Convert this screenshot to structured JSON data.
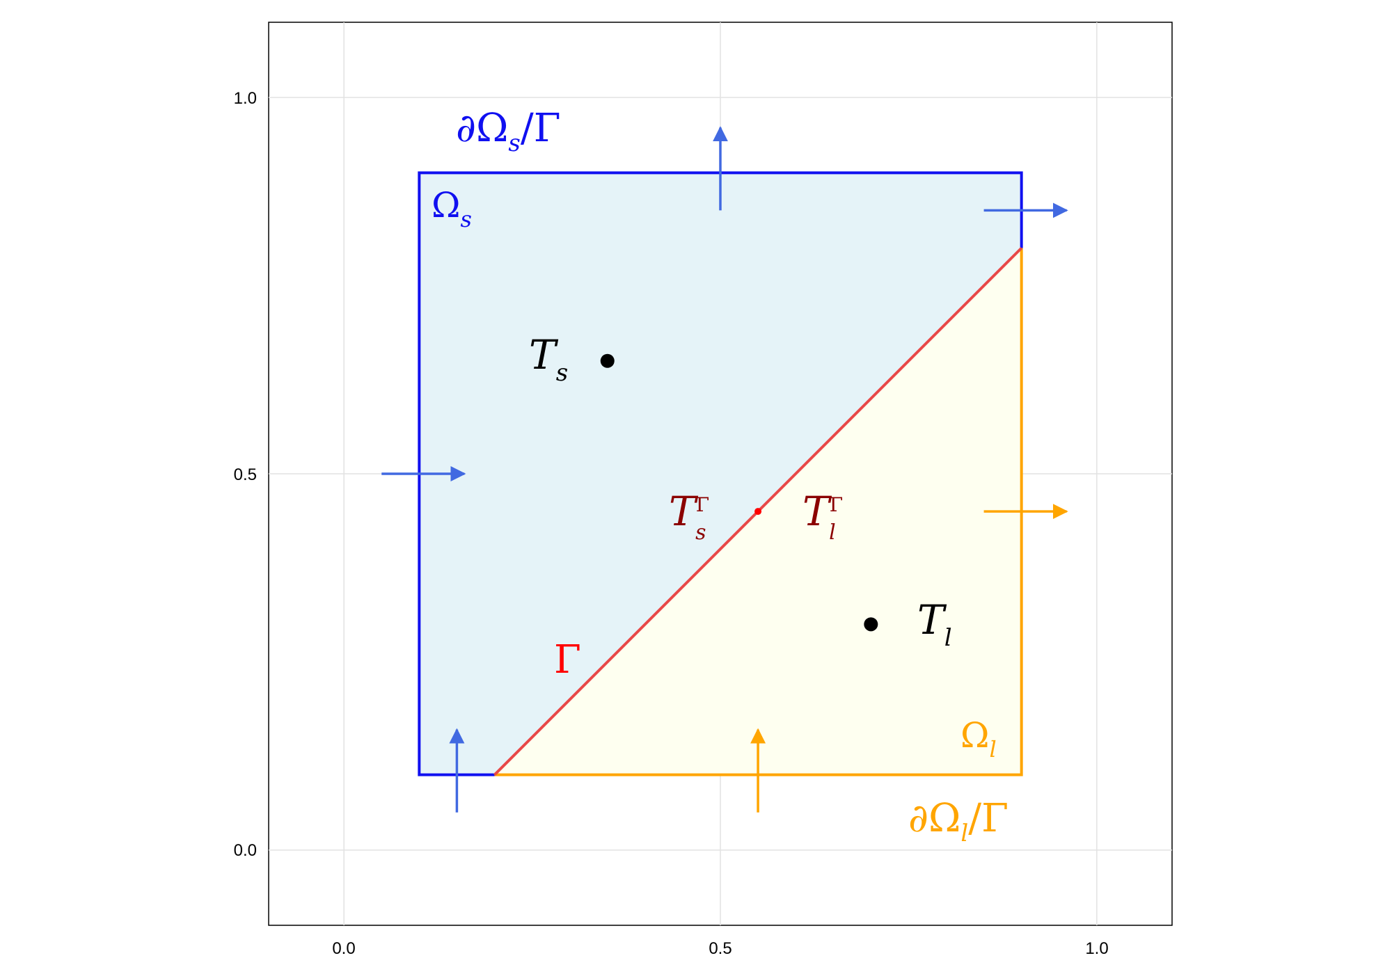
{
  "chart_data": {
    "type": "diagram",
    "xlim": [
      -0.1,
      1.1
    ],
    "ylim": [
      -0.1,
      1.1
    ],
    "xticks": [
      "0.0",
      "0.5",
      "1.0"
    ],
    "yticks": [
      "0.0",
      "0.5",
      "1.0"
    ],
    "grid": true,
    "domain_square": [
      [
        0.1,
        0.1
      ],
      [
        0.9,
        0.1
      ],
      [
        0.9,
        0.9
      ],
      [
        0.1,
        0.9
      ]
    ],
    "interface_gamma": [
      [
        0.2,
        0.1
      ],
      [
        0.9,
        0.8
      ]
    ],
    "solid_points": [
      [
        0.1,
        0.1
      ],
      [
        0.2,
        0.1
      ],
      [
        0.9,
        0.8
      ],
      [
        0.9,
        0.9
      ],
      [
        0.1,
        0.9
      ]
    ],
    "liquid_points": [
      [
        0.2,
        0.1
      ],
      [
        0.9,
        0.1
      ],
      [
        0.9,
        0.8
      ]
    ],
    "cell_centers": [
      {
        "label": "T_s",
        "x": 0.35,
        "y": 0.65
      },
      {
        "label": "T_l",
        "x": 0.7,
        "y": 0.3
      }
    ],
    "interface_point": {
      "x": 0.55,
      "y": 0.45
    },
    "flux_arrows": [
      {
        "from": [
          0.5,
          0.85
        ],
        "to": [
          0.5,
          0.96
        ],
        "region": "solid"
      },
      {
        "from": [
          0.85,
          0.85
        ],
        "to": [
          0.96,
          0.85
        ],
        "region": "solid"
      },
      {
        "from": [
          0.05,
          0.5
        ],
        "to": [
          0.16,
          0.5
        ],
        "region": "solid"
      },
      {
        "from": [
          0.15,
          0.05
        ],
        "to": [
          0.15,
          0.16
        ],
        "region": "solid"
      },
      {
        "from": [
          0.55,
          0.05
        ],
        "to": [
          0.55,
          0.16
        ],
        "region": "liquid"
      },
      {
        "from": [
          0.85,
          0.45
        ],
        "to": [
          0.96,
          0.45
        ],
        "region": "liquid"
      }
    ],
    "labels": {
      "omega_s": {
        "base": "Ω",
        "sub": "s"
      },
      "omega_l": {
        "base": "Ω",
        "sub": "l"
      },
      "boundary_s": {
        "base": "∂Ω",
        "sub": "s",
        "tail": "/Γ"
      },
      "boundary_l": {
        "base": "∂Ω",
        "sub": "l",
        "tail": "/Γ"
      },
      "gamma": "Γ",
      "t_s": {
        "base": "T",
        "sub": "s"
      },
      "t_l": {
        "base": "T",
        "sub": "l"
      },
      "t_s_gamma": {
        "base": "T",
        "sub": "s",
        "sup": "Γ"
      },
      "t_l_gamma": {
        "base": "T",
        "sub": "l",
        "sup": "Γ"
      }
    },
    "colors": {
      "solid_fill": "#e5f3f8",
      "liquid_fill": "#fefff0",
      "solid_border": "#1010f0",
      "liquid_border": "#ffa500",
      "interface": "#e84848",
      "interface_point": "#ff0000",
      "arrow_solid": "#4169e1",
      "arrow_liquid": "#ffa500",
      "interface_label": "#8b0000",
      "gamma_label": "#ff0000",
      "grid": "#e2e2e2"
    }
  }
}
